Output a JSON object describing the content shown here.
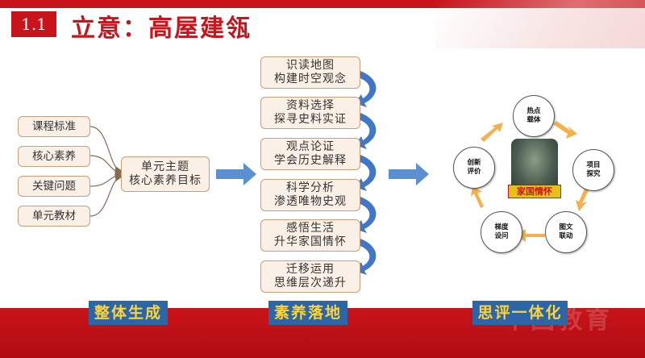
{
  "header": {
    "section_number": "1.1",
    "title": "立意：高屋建瓴"
  },
  "watermark": "中国教育",
  "left_items": [
    "课程标准",
    "核心素养",
    "关键问题",
    "单元教材"
  ],
  "unit_box": {
    "line1": "单元主题",
    "line2": "核心素养目标"
  },
  "steps": [
    {
      "line1": "识读地图",
      "line2": "构建时空观念"
    },
    {
      "line1": "资料选择",
      "line2": "探寻史料实证"
    },
    {
      "line1": "观点论证",
      "line2": "学会历史解释"
    },
    {
      "line1": "科学分析",
      "line2": "渗透唯物史观"
    },
    {
      "line1": "感悟生活",
      "line2": "升华家国情怀"
    },
    {
      "line1": "迁移运用",
      "line2": "思维层次递升"
    }
  ],
  "cycle": {
    "nodes": [
      {
        "line1": "热点",
        "line2": "载体"
      },
      {
        "line1": "项目",
        "line2": "探究"
      },
      {
        "line1": "图文",
        "line2": "联动"
      },
      {
        "line1": "梯度",
        "line2": "设问"
      },
      {
        "line1": "创新",
        "line2": "评价"
      }
    ],
    "center_label": "家国情怀"
  },
  "footer_labels": [
    "整体生成",
    "素养落地",
    "思评一体化"
  ],
  "colors": {
    "brand_red": "#c8141a",
    "box_fill": "#fbf0e6",
    "box_border": "#c89f7a",
    "arrow_blue": "#5b8fd1",
    "cycle_arrow": "#f5b04a",
    "footer_bg": "#2b66a6",
    "footer_text": "#ffd23a"
  }
}
